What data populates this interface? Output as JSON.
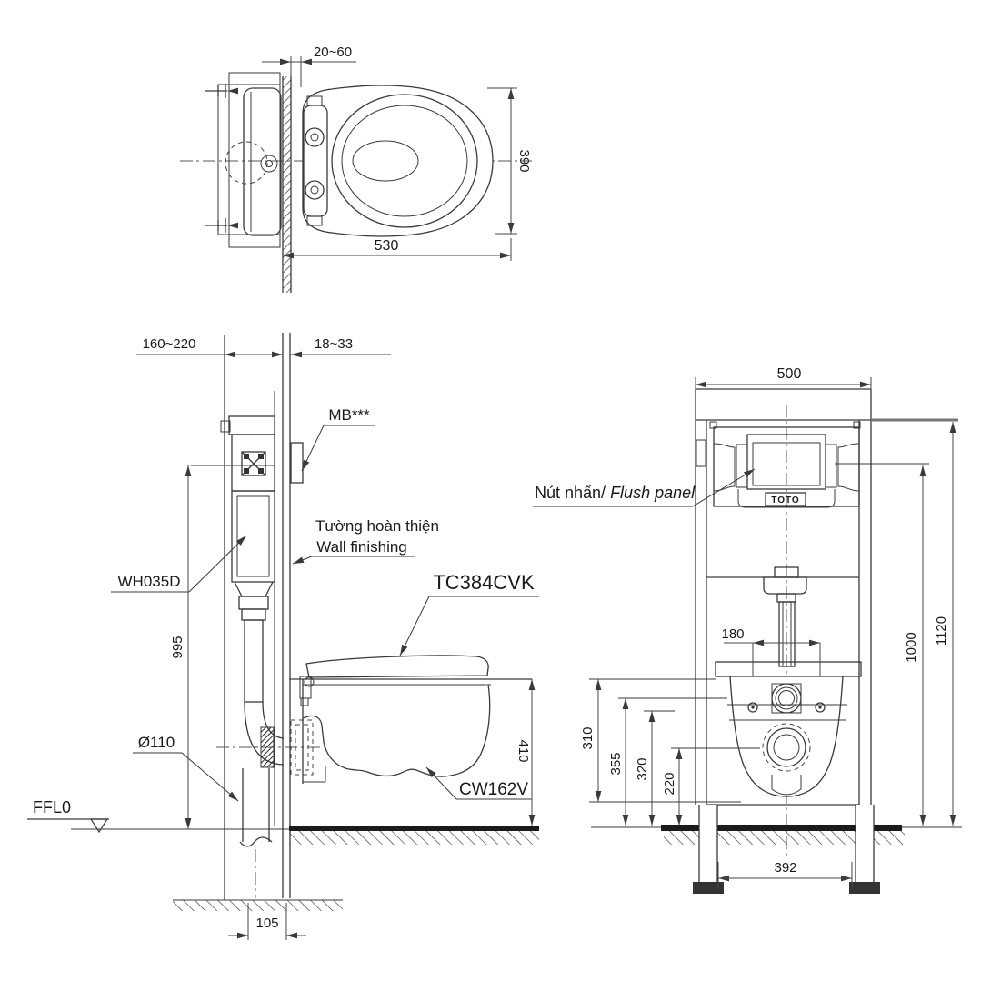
{
  "drawing_type": "toilet installation dimensional drawing",
  "colors": {
    "line": "#3a3a3a",
    "text": "#1a1a1a",
    "floor": "#1b1b1b"
  },
  "views": {
    "top": {
      "dims": {
        "wall_gap": "20~60",
        "seat_width": "390",
        "seat_depth": "530"
      }
    },
    "side": {
      "dims": {
        "frame_depth": "160~220",
        "finish_thickness": "18~33",
        "inlet_height": "995",
        "rim_height": "410",
        "outlet_offset": "105",
        "drain_diameter": "Ø110"
      },
      "labels": {
        "mounting_box": "MB***",
        "cistern_model": "WH035D",
        "wall_finish_vi": "Tường hoàn thiện",
        "wall_finish_en": "Wall finishing",
        "seat_model": "TC384CVK",
        "bowl_model": "CW162V",
        "floor_level": "FFL0"
      }
    },
    "front": {
      "dims": {
        "frame_width": "500",
        "frame_height": "1120",
        "panel_height": "1000",
        "bolt_spacing": "180",
        "bowl_rear_height": "310",
        "rim_height": "355",
        "bolt_height": "320",
        "outlet_height": "220",
        "leg_spacing": "392"
      },
      "labels": {
        "flush_panel_vi": "Nút nhấn/ ",
        "flush_panel_en": "Flush panel",
        "brand_logo": "TOTO"
      }
    }
  }
}
